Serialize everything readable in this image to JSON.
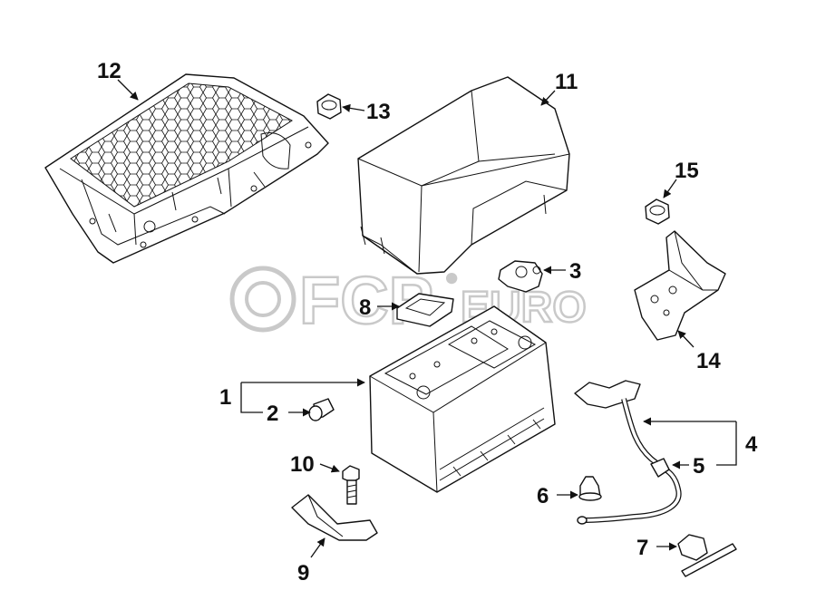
{
  "watermark": {
    "brand": "FCP",
    "suffix": "EURO",
    "registered": "®"
  },
  "callouts": {
    "c1": "1",
    "c2": "2",
    "c3": "3",
    "c4": "4",
    "c5": "5",
    "c6": "6",
    "c7": "7",
    "c8": "8",
    "c9": "9",
    "c10": "10",
    "c11": "11",
    "c12": "12",
    "c13": "13",
    "c14": "14",
    "c15": "15"
  },
  "colors": {
    "line": "#111111",
    "watermark": "#c9c9c9",
    "background": "#ffffff"
  }
}
